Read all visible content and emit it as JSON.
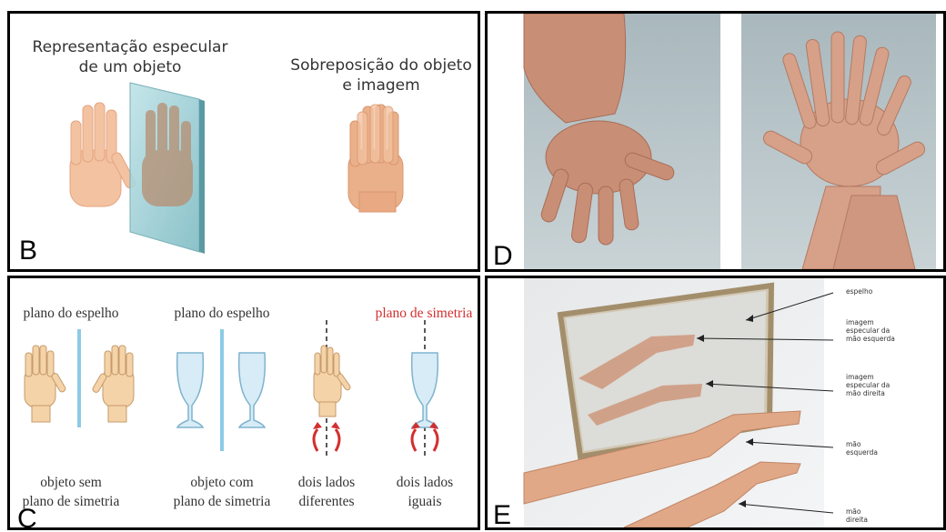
{
  "panel_b": {
    "letter": "B",
    "mirror_title_line1": "Representação especular",
    "mirror_title_line2": "de um objeto",
    "overlap_title_line1": "Sobreposição do objeto",
    "overlap_title_line2": "e imagem"
  },
  "panel_c": {
    "letter": "C",
    "headings": [
      "plano do espelho",
      "plano do espelho",
      "plano de simetria"
    ],
    "captions": [
      [
        "objeto sem",
        "plano de simetria"
      ],
      [
        "objeto com",
        "plano de simetria"
      ],
      [
        "dois lados",
        "diferentes"
      ],
      [
        "dois lados",
        "iguais"
      ]
    ],
    "symmetry_color": "#d32f2f"
  },
  "panel_d": {
    "letter": "D"
  },
  "panel_e": {
    "letter": "E",
    "labels": [
      [
        "espelho"
      ],
      [
        "imagem",
        "especular da",
        "mão esquerda"
      ],
      [
        "imagem",
        "especular da",
        "mão direita"
      ],
      [
        "mão",
        "esquerda"
      ],
      [
        "mão",
        "direita"
      ]
    ]
  }
}
